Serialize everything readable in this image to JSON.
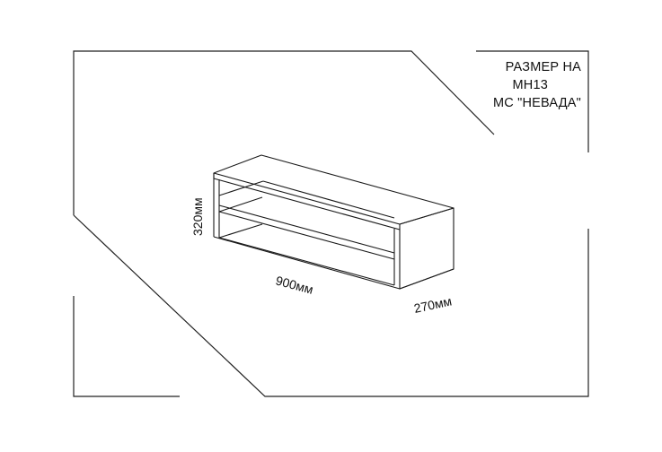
{
  "title": {
    "line1": "РАЗМЕР НА",
    "line2": "МН13",
    "line3": "МС \"НЕВАДА\""
  },
  "dimensions": {
    "height": "320мм",
    "width": "900мм",
    "depth": "270мм"
  },
  "colors": {
    "line": "#1a1a1a",
    "frame": "#222222",
    "background": "#ffffff"
  }
}
